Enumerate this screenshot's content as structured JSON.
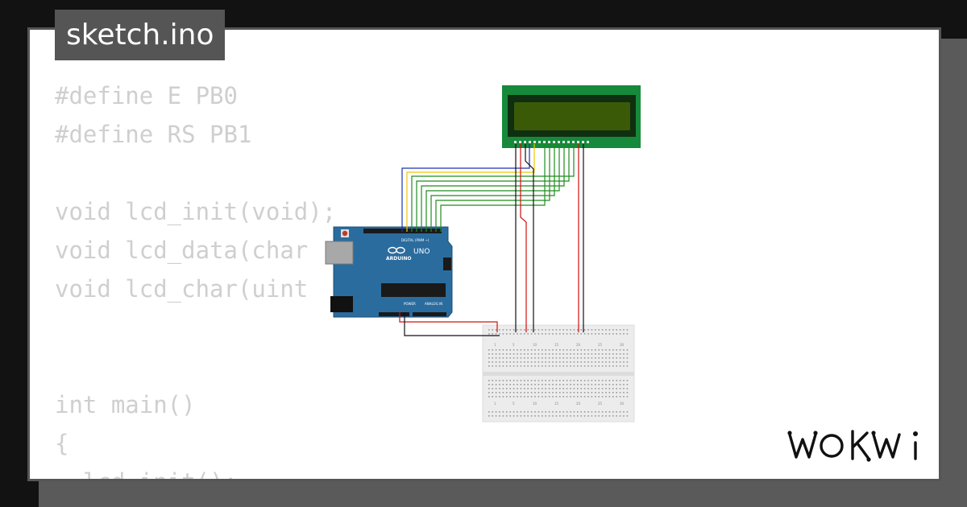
{
  "header": {
    "title": "sketch.ino"
  },
  "code": {
    "lines": [
      "#define E PB0",
      "#define RS PB1",
      "",
      "void lcd_init(void);",
      "void lcd_data(char",
      "void lcd_char(uint",
      "",
      "",
      "int main()",
      "{",
      "  lcd_init();"
    ]
  },
  "circuit": {
    "arduino": {
      "brand": "ARDUINO",
      "model": "UNO",
      "digital_label": "DIGITAL (PWM ~)",
      "power_label": "POWER",
      "analog_label": "ANALOG IN"
    },
    "lcd": {
      "type": "LCD 16x2"
    },
    "breadboard": {
      "column_numbers": [
        "1",
        "5",
        "10",
        "15",
        "20",
        "25",
        "30"
      ]
    }
  },
  "brand": {
    "logo_text": "WOKWI"
  },
  "colors": {
    "page_bg": "#121212",
    "card_border": "#555555",
    "code_text": "#cfcfcf",
    "title_bg": "#555555",
    "arduino_blue": "#2b6c9e",
    "lcd_green": "#168a3a",
    "lcd_screen": "#3a5a08"
  }
}
